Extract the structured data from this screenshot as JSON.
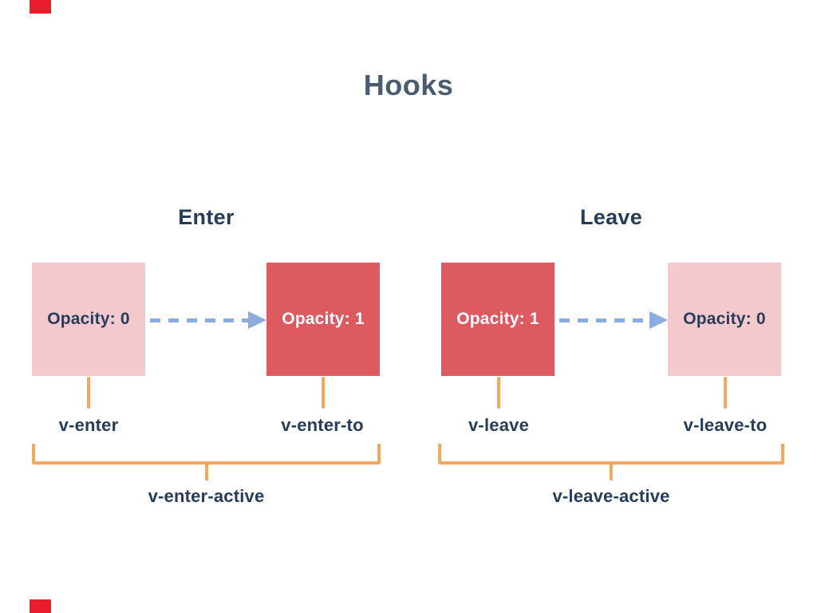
{
  "slide": {
    "title": "Hooks"
  },
  "colors": {
    "title_text": "#4a5c6e",
    "diagram_text": "#263c58",
    "box_pink": "#f3c9ce",
    "box_red": "#dd5a61",
    "arrow_blue": "#8cace0",
    "connector_orange": "#f7a75d",
    "corner_mark_red": "#eb1c2c"
  },
  "sections": [
    {
      "heading": "Enter",
      "from_box": {
        "label": "Opacity: 0",
        "style": "pink"
      },
      "to_box": {
        "label": "Opacity: 1",
        "style": "red"
      },
      "from_class": "v-enter",
      "to_class": "v-enter-to",
      "active_class": "v-enter-active"
    },
    {
      "heading": "Leave",
      "from_box": {
        "label": "Opacity: 1",
        "style": "red"
      },
      "to_box": {
        "label": "Opacity: 0",
        "style": "pink"
      },
      "from_class": "v-leave",
      "to_class": "v-leave-to",
      "active_class": "v-leave-active"
    }
  ]
}
